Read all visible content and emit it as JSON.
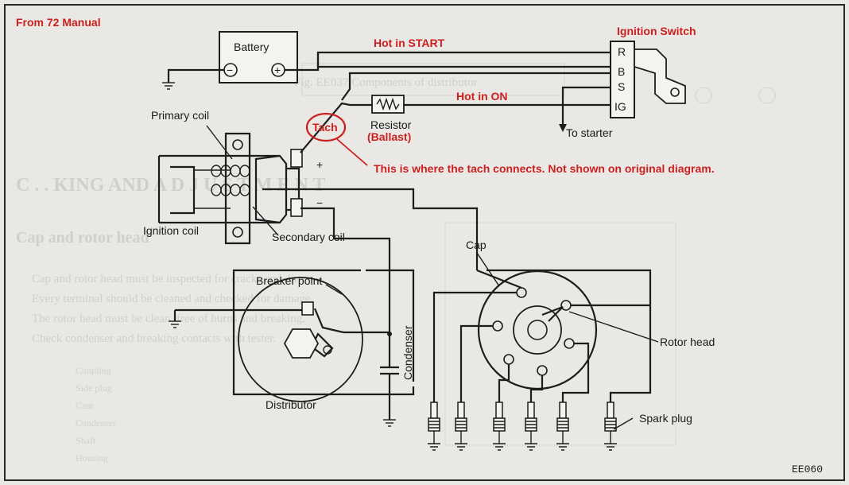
{
  "annotations": {
    "source": "From 72 Manual",
    "hot_start": "Hot in START",
    "hot_on": "Hot in ON",
    "tach": "Tach",
    "tach_note": "This is where the tach connects. Not shown on original diagram.",
    "ballast": "(Ballast)",
    "accent_color": "#cc1f1f"
  },
  "labels": {
    "battery": "Battery",
    "ignition_switch": "Ignition Switch",
    "primary_coil": "Primary coil",
    "resistor": "Resistor",
    "ignition_coil": "Ignition coil",
    "secondary_coil": "Secondary coil",
    "to_starter": "To starter",
    "cap": "Cap",
    "breaker_point": "Breaker point",
    "condenser": "Condenser",
    "rotor_head": "Rotor head",
    "distributor": "Distributor",
    "spark_plug": "Spark plug",
    "figure_code": "EE060"
  },
  "terminals": {
    "battery_neg": "−",
    "battery_pos": "+",
    "coil_pos": "+",
    "coil_neg": "−",
    "switch_r": "R",
    "switch_b": "B",
    "switch_s": "S",
    "switch_ig": "IG"
  }
}
